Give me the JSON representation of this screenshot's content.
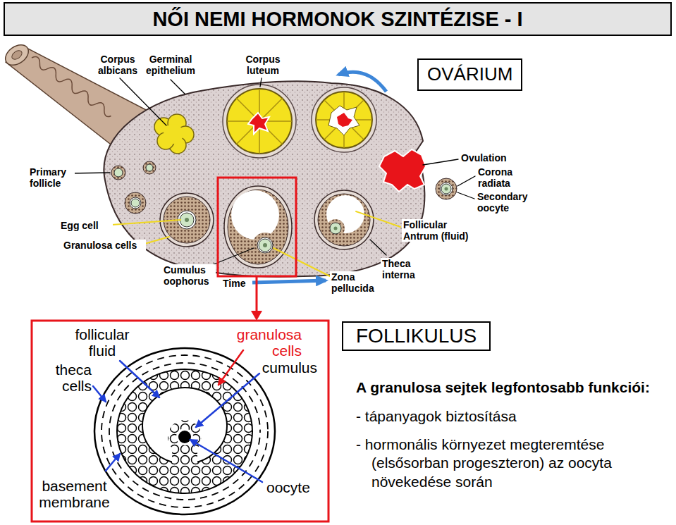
{
  "diagram": {
    "title": "NŐI NEMI HORMONOK SZINTÉZISE - I",
    "nodes": [
      {
        "text": [
          "OVÁRIUM"
        ]
      },
      {
        "text": [
          "FOLLIKULUS"
        ]
      }
    ],
    "labels": [
      "Corpus albicans",
      "Germinal epithelium",
      "Corpus luteum",
      "Ovulation",
      "Primary follicle",
      "Corona radiata",
      "Secondary oocyte",
      "Egg cell",
      "Follicular Antrum (fluid)",
      "Granulosa cells",
      "Theca interna",
      "Cumulus oophorus",
      "Zona pellucida",
      "Time",
      "follicular fluid",
      "granulosa cells",
      "theca cells",
      "cumulus",
      "basement membrane",
      "oocyte",
      "A granulosa sejtek legfontosabb funkciói:",
      "- tápanyagok biztosítása",
      "- hormonális környezet megteremtése (elsősorban progeszteron) az oocyta növekedése során"
    ]
  }
}
